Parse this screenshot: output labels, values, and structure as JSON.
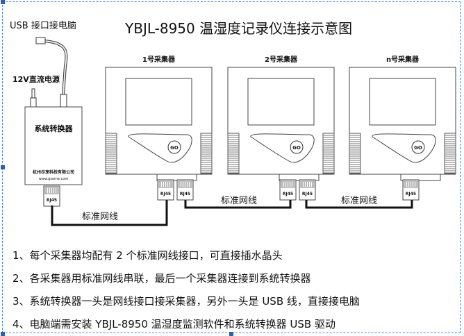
{
  "title": "YBJL-8950 温湿度记录仪连接示意图",
  "usb_label": "USB 接口接电脑",
  "power_label": "12V直流电源",
  "converter": {
    "name": "系统转换器",
    "company": "杭州尽享科技有限公司",
    "website": "www.gsome.com"
  },
  "port_label": "RJ45",
  "button_label": "GO",
  "collectors": [
    "1号采集器",
    "2号采集器",
    "n号采集器"
  ],
  "cable_label": "标准网线",
  "notes": [
    "1、每个采集器均配有 2 个标准网线接口，可直接插水晶头",
    "2、各采集器用标准网线串联，最后一个采集器连接到系统转换器",
    "3、系统转换器一头是网线接口接采集器，另外一头是 USB 线，直接接电脑",
    "4、电脑端需安装 YBJL-8950 温湿度监测软件和系统转换器 USB 驱动"
  ]
}
